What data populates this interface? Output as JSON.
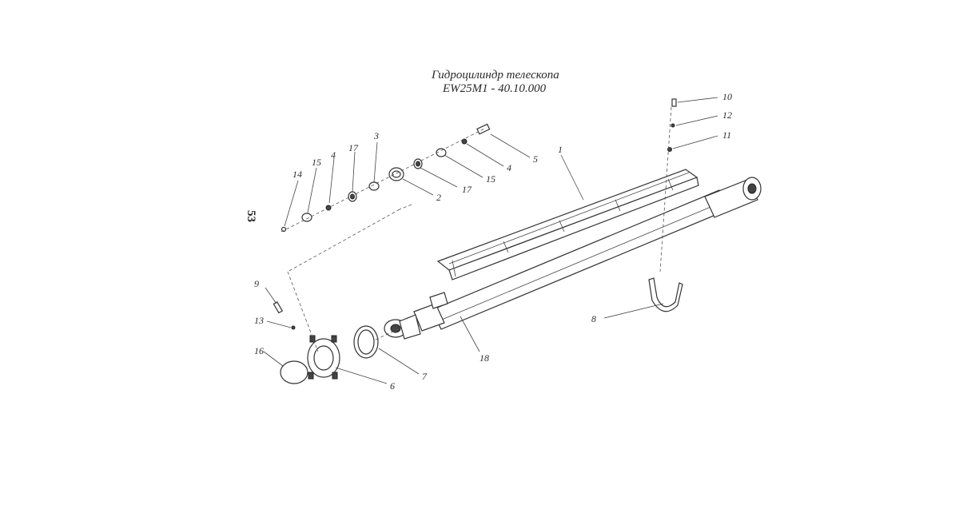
{
  "title": {
    "line1": "Гидроцилиндр телескопа",
    "line2": "EW25M1 - 40.10.000"
  },
  "page_number": "53",
  "callouts": [
    {
      "id": "c1",
      "text": "1"
    },
    {
      "id": "c2",
      "text": "2"
    },
    {
      "id": "c3",
      "text": "3"
    },
    {
      "id": "c4a",
      "text": "4"
    },
    {
      "id": "c4b",
      "text": "4"
    },
    {
      "id": "c5",
      "text": "5"
    },
    {
      "id": "c6",
      "text": "6"
    },
    {
      "id": "c7",
      "text": "7"
    },
    {
      "id": "c8",
      "text": "8"
    },
    {
      "id": "c9",
      "text": "9"
    },
    {
      "id": "c10",
      "text": "10"
    },
    {
      "id": "c11",
      "text": "11"
    },
    {
      "id": "c12",
      "text": "12"
    },
    {
      "id": "c13",
      "text": "13"
    },
    {
      "id": "c14",
      "text": "14"
    },
    {
      "id": "c15a",
      "text": "15"
    },
    {
      "id": "c15b",
      "text": "15"
    },
    {
      "id": "c16",
      "text": "16"
    },
    {
      "id": "c17a",
      "text": "17"
    },
    {
      "id": "c17b",
      "text": "17"
    },
    {
      "id": "c18",
      "text": "18"
    }
  ]
}
